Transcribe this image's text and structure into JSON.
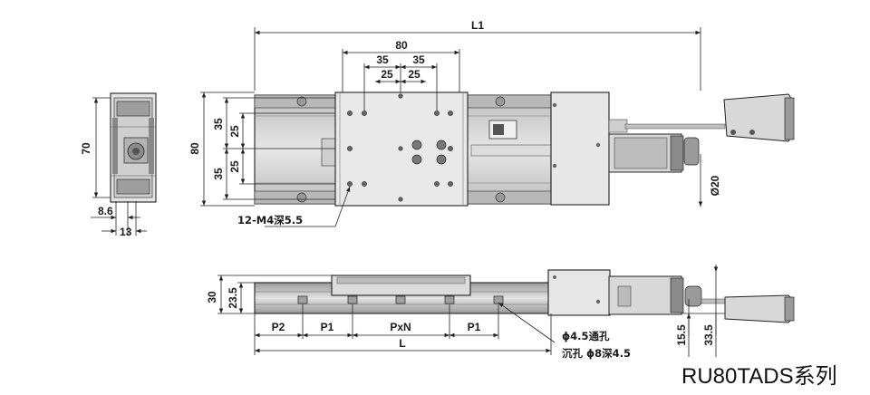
{
  "series_title": "RU80TADS系列",
  "colors": {
    "line": "#222222",
    "body": "#d4d4d4",
    "dark": "#7a7a7a",
    "light": "#ececec"
  },
  "top_view": {
    "L1": "L1",
    "d80": "80",
    "d35a": "35",
    "d35b": "35",
    "d25a": "25",
    "d25b": "25",
    "v35a": "35",
    "v25a": "25",
    "v25b": "25",
    "v35b": "35",
    "v80": "80",
    "hole_note": "12-M4深5.5",
    "dia20": "Ø20"
  },
  "end_view": {
    "h70": "70",
    "w86": "8.6",
    "w13": "13"
  },
  "front_view": {
    "h30": "30",
    "h235": "23.5",
    "P2": "P2",
    "P1a": "P1",
    "PxN": "PxN",
    "P1b": "P1",
    "L": "L",
    "note1": "ϕ4.5通孔",
    "note2": "沉孔 ϕ8深4.5",
    "h155": "15.5",
    "h335": "33.5"
  }
}
